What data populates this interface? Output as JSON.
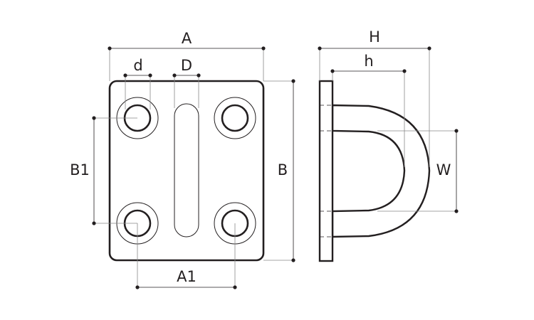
{
  "labels": {
    "A": "A",
    "d": "d",
    "D": "D",
    "B1": "B1",
    "B": "B",
    "A1": "A1",
    "H": "H",
    "h": "h",
    "W": "W"
  }
}
